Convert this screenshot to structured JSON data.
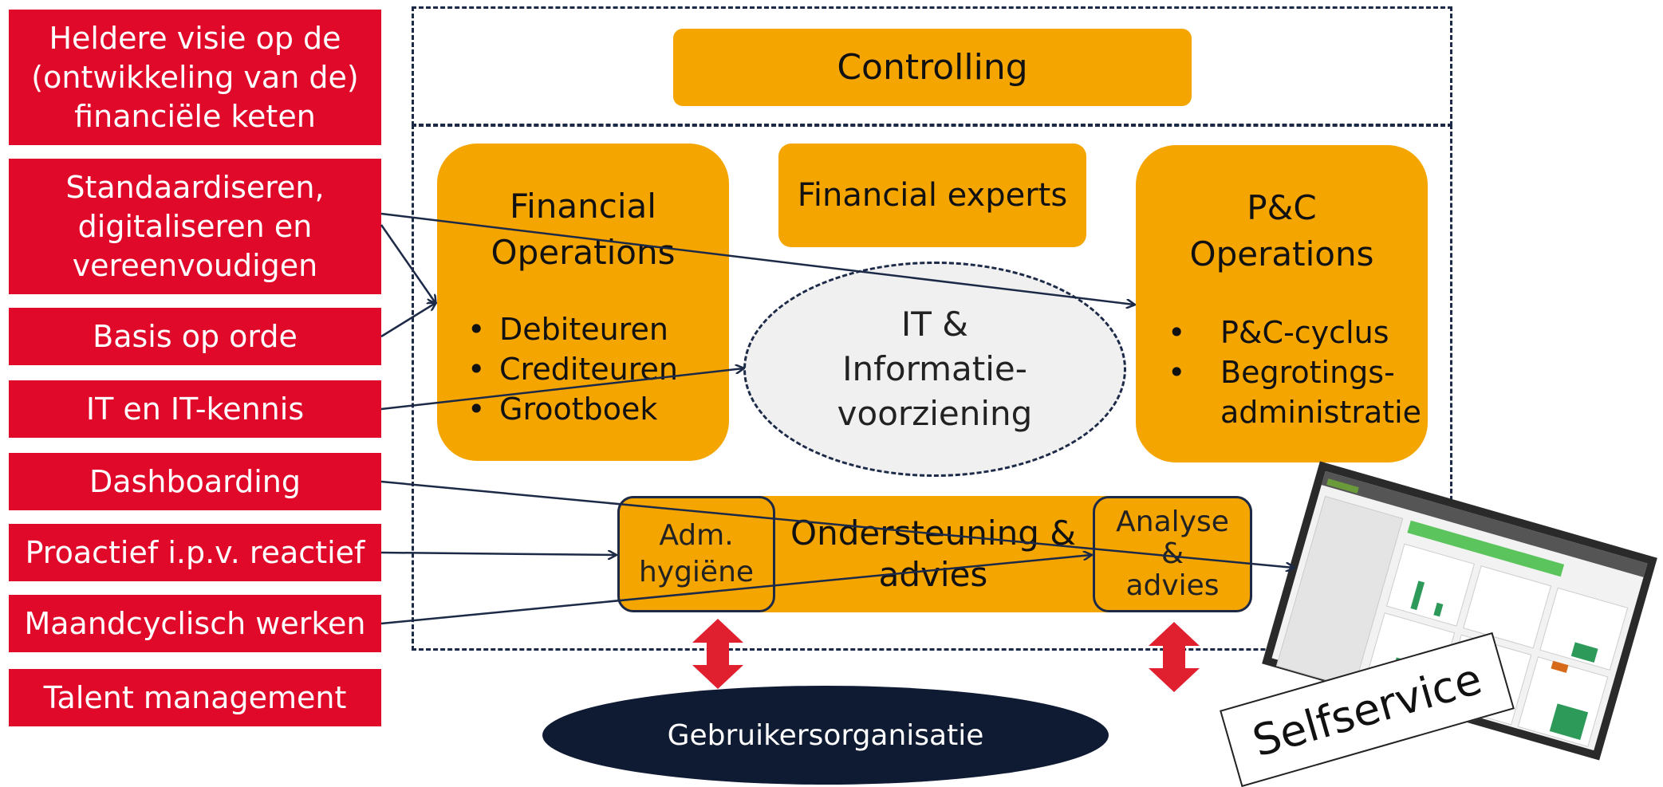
{
  "goals": [
    "Heldere visie op de\n(ontwikkeling van de)\nfinanciële keten",
    "Standaardiseren,\ndigitaliseren en\nvereenvoudigen",
    "Basis op orde",
    "IT en IT-kennis",
    "Dashboarding",
    "Proactief i.p.v. reactief",
    "Maandcyclisch werken",
    "Talent management"
  ],
  "controlling": "Controlling",
  "financial_operations": {
    "title": "Financial\nOperations",
    "items": [
      "Debiteuren",
      "Crediteuren",
      "Grootboek"
    ]
  },
  "financial_experts": "Financial experts",
  "it_info": "IT &\nInformatie-\nvoorziening",
  "pc_operations": {
    "title": "P&C\nOperations",
    "items": [
      "P&C-cyclus",
      "Begrotings-\nadministratie"
    ]
  },
  "ondersteuning": "Ondersteuning &\nadvies",
  "adm_hygiene": "Adm.\nhygiëne",
  "analyse_advies": "Analyse\n&\nadvies",
  "gebruikers": "Gebruikersorganisatie",
  "selfservice": "Selfservice",
  "colors": {
    "red": "#e0092a",
    "orange": "#f5a500",
    "navy": "#0f1a33",
    "grey_ellipse": "#f0f0f0",
    "arrow_red": "#e0202f"
  }
}
